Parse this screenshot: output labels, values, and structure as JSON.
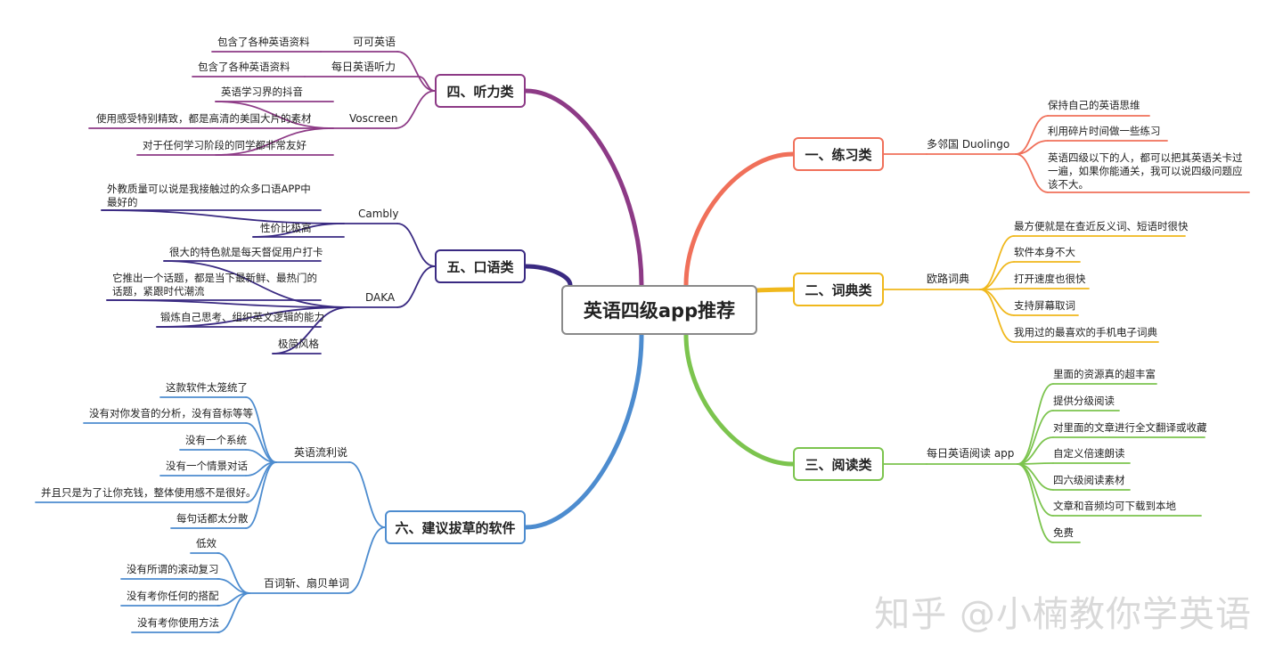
{
  "title": "英语四级app推荐",
  "colors": {
    "practice": "#f0705a",
    "dictionary": "#f0b81c",
    "reading": "#7cc44e",
    "listening": "#8d3a86",
    "speaking": "#3a2a82",
    "avoid": "#4d8ccf",
    "center_border": "#8a8a8a"
  },
  "branches": {
    "practice": {
      "label": "一、练习类",
      "app": "多邻国 Duolingo",
      "leaves": [
        "保持自己的英语思维",
        "利用碎片时间做一些练习",
        "英语四级以下的人，都可以把其英语关卡过一遍，如果你能通关，我可以说四级问题应该不大。"
      ]
    },
    "dictionary": {
      "label": "二、词典类",
      "app": "欧路词典",
      "leaves": [
        "最方便就是在查近反义词、短语时很快",
        "软件本身不大",
        "打开速度也很快",
        "支持屏幕取词",
        "我用过的最喜欢的手机电子词典"
      ]
    },
    "reading": {
      "label": "三、阅读类",
      "app": "每日英语阅读 app",
      "leaves": [
        "里面的资源真的超丰富",
        "提供分级阅读",
        "对里面的文章进行全文翻译或收藏",
        "自定义倍速朗读",
        "四六级阅读素材",
        "文章和音频均可下载到本地",
        "免费"
      ]
    },
    "listening": {
      "label": "四、听力类",
      "apps": [
        {
          "name": "可可英语",
          "leaves": [
            "包含了各种英语资料"
          ]
        },
        {
          "name": "每日英语听力",
          "leaves": [
            "包含了各种英语资料"
          ]
        },
        {
          "name": "Voscreen",
          "leaves": [
            "英语学习界的抖音",
            "使用感受特别精致，都是高清的美国大片的素材",
            "对于任何学习阶段的同学都非常友好"
          ]
        }
      ]
    },
    "speaking": {
      "label": "五、口语类",
      "apps": [
        {
          "name": "Cambly",
          "leaves": [
            "外教质量可以说是我接触过的众多口语APP中最好的",
            "性价比极高"
          ]
        },
        {
          "name": "DAKA",
          "leaves": [
            "很大的特色就是每天督促用户打卡",
            "它推出一个话题，都是当下最新鲜、最热门的话题，紧跟时代潮流",
            "锻炼自己思考、组织英文逻辑的能力",
            "极简风格"
          ]
        }
      ]
    },
    "avoid": {
      "label": "六、建议拔草的软件",
      "apps": [
        {
          "name": "英语流利说",
          "leaves": [
            "这款软件太笼统了",
            "没有对你发音的分析，没有音标等等",
            "没有一个系统",
            "没有一个情景对话",
            "并且只是为了让你充钱，整体使用感不是很好。",
            "每句话都太分散"
          ]
        },
        {
          "name": "百词斩、扇贝单词",
          "leaves": [
            "低效",
            "没有所谓的滚动复习",
            "没有考你任何的搭配",
            "没有考你使用方法"
          ]
        }
      ]
    }
  },
  "watermark": "知乎 @小楠教你学英语"
}
